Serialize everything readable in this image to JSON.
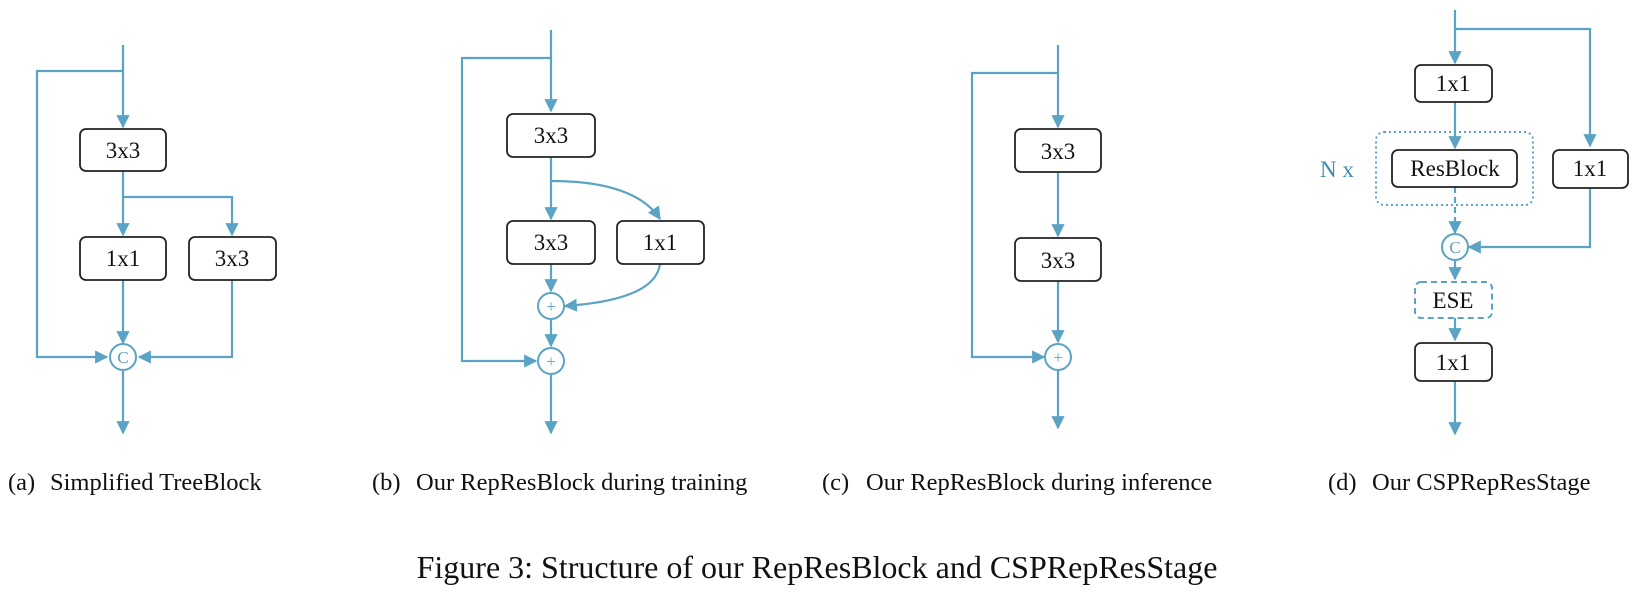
{
  "panels": {
    "a": {
      "caption_tag": "(a)",
      "caption": "Simplified TreeBlock",
      "box_top": "3x3",
      "box_left": "1x1",
      "box_right": "3x3",
      "join_symbol": "C"
    },
    "b": {
      "caption_tag": "(b)",
      "caption": "Our RepResBlock during training",
      "box_top": "3x3",
      "box_left": "3x3",
      "box_right": "1x1",
      "add_symbol": "+"
    },
    "c": {
      "caption_tag": "(c)",
      "caption": "Our RepResBlock during inference",
      "box_top": "3x3",
      "box_bottom": "3x3",
      "add_symbol": "+"
    },
    "d": {
      "caption_tag": "(d)",
      "caption": "Our CSPRepResStage",
      "box_in": "1x1",
      "repeat_label": "N x",
      "box_resblock": "ResBlock",
      "box_side": "1x1",
      "join_symbol": "C",
      "box_ese": "ESE",
      "box_out": "1x1"
    }
  },
  "figure_caption": "Figure 3: Structure of our RepResBlock and CSPRepResStage",
  "colors": {
    "connector": "#5ba3c4",
    "box_border": "#222222",
    "text": "#111111"
  }
}
